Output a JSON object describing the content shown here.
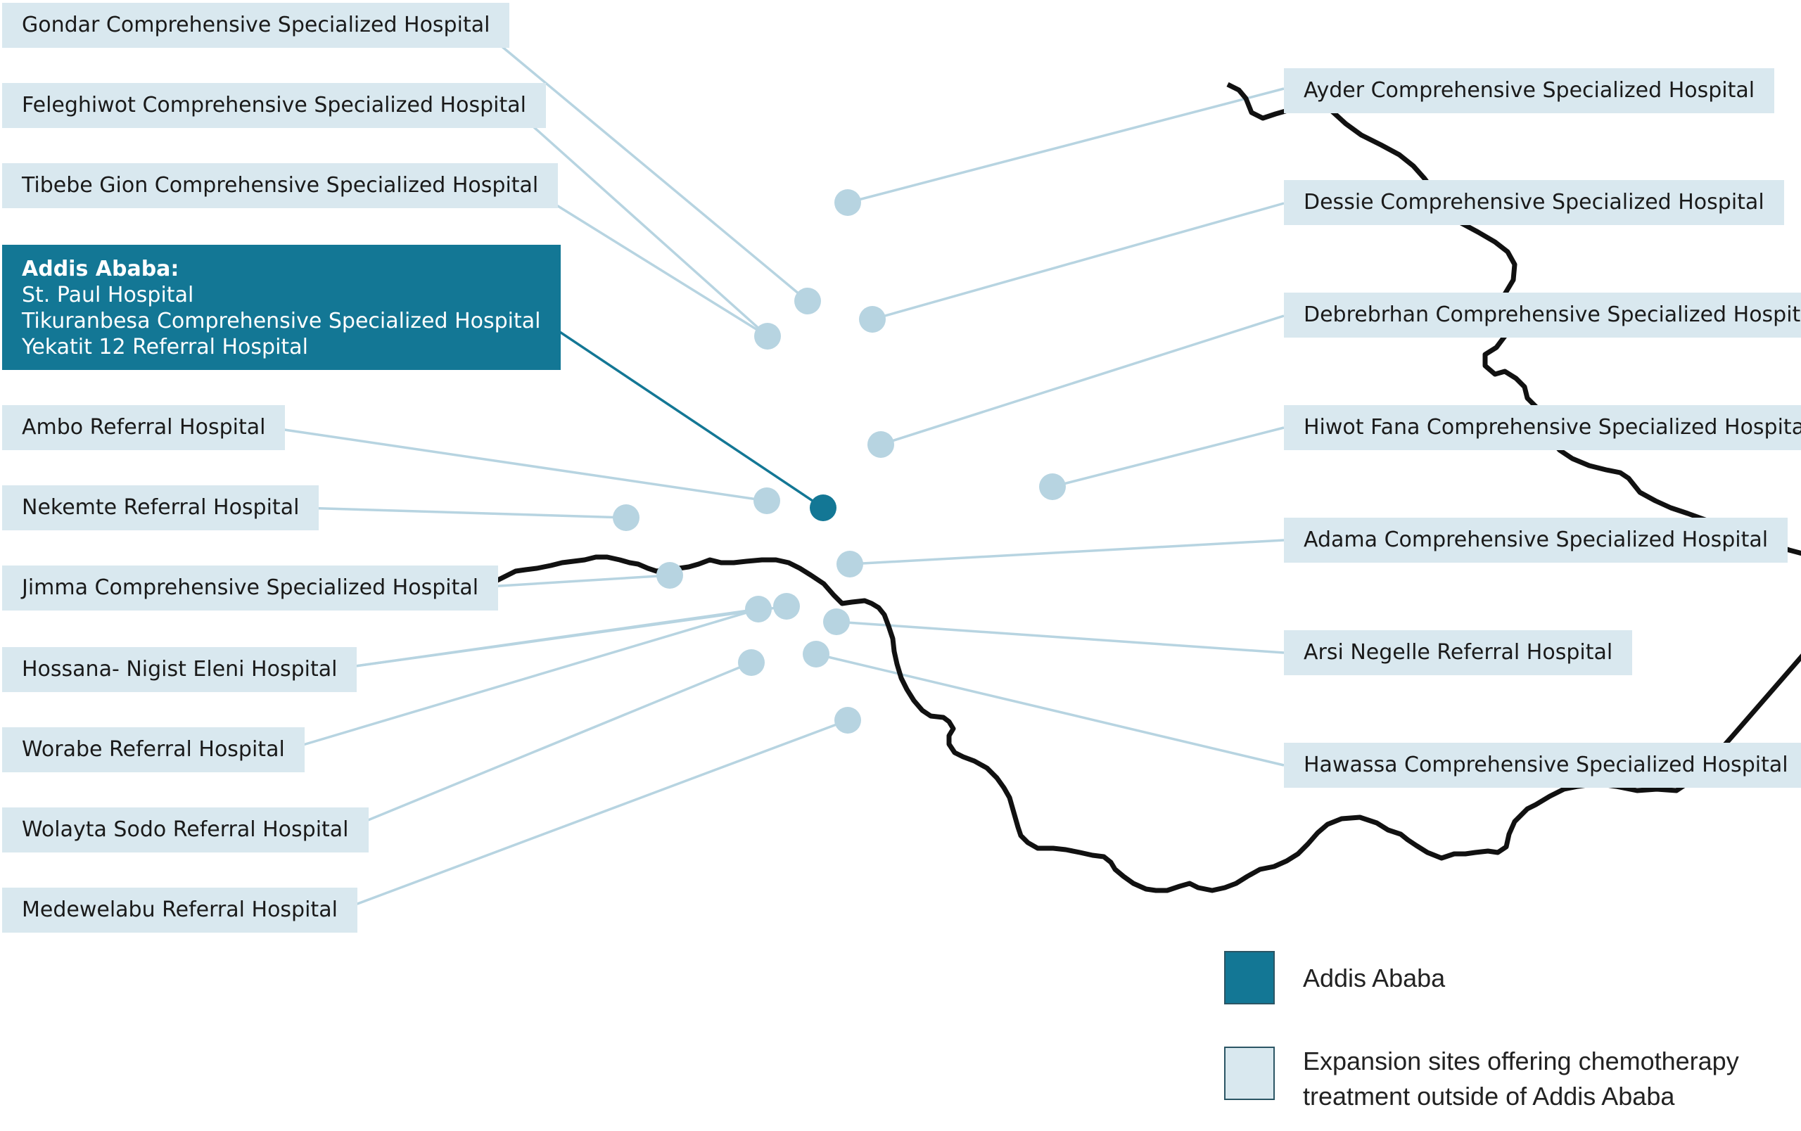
{
  "colors": {
    "addis": "#137795",
    "expansion": "#b7d4e1",
    "connector": "#b7d4e1",
    "label_bg": "#d9e8ef",
    "border": "#111111"
  },
  "addis_ababa": {
    "heading": "Addis Ababa:",
    "hospitals": [
      "St. Paul Hospital",
      "Tikuranbesa Comprehensive Specialized Hospital",
      "Yekatit 12 Referral Hospital"
    ]
  },
  "left_labels": [
    "Gondar Comprehensive Specialized Hospital",
    "Feleghiwot Comprehensive Specialized Hospital",
    "Tibebe Gion Comprehensive Specialized Hospital",
    "Ambo Referral Hospital",
    "Nekemte Referral Hospital",
    "Jimma Comprehensive Specialized Hospital",
    "Hossana- Nigist Eleni Hospital",
    "Worabe Referral Hospital",
    "Wolayta Sodo Referral Hospital",
    "Medewelabu Referral Hospital"
  ],
  "right_labels": [
    "Ayder Comprehensive Specialized Hospital",
    "Dessie Comprehensive Specialized Hospital",
    "Debrebrhan Comprehensive Specialized Hospital",
    "Hiwot Fana Comprehensive Specialized Hospital",
    "Adama Comprehensive Specialized Hospital",
    "Arsi Negelle Referral Hospital",
    "Hawassa Comprehensive Specialized Hospital"
  ],
  "legend": {
    "addis_label": "Addis Ababa",
    "expansion_label_line1": "Expansion sites offering chemotherapy",
    "expansion_label_line2": "treatment outside of Addis Ababa"
  }
}
